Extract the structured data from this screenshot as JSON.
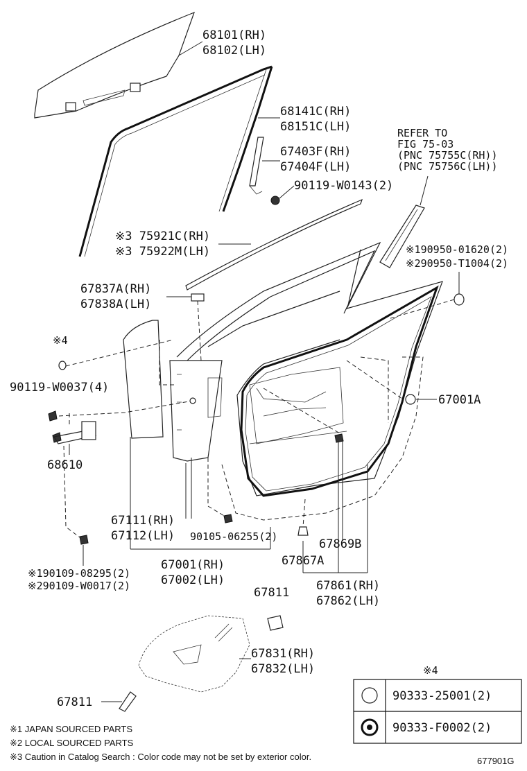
{
  "labels": {
    "glass": [
      "68101(RH)",
      "68102(LH)"
    ],
    "run_channel": [
      "68141C(RH)",
      "68151C(LH)"
    ],
    "rear_channel": [
      "67403F(RH)",
      "67404F(LH)"
    ],
    "screw_90119_w0143": "90119-W0143(2)",
    "refer": [
      "REFER TO",
      "FIG 75-03",
      "(PNC 75755C(RH))",
      "(PNC 75756C(LH))"
    ],
    "moulding": [
      "※3 75921C(RH)",
      "※3 75922M(LH)"
    ],
    "clip_90950": [
      "※190950-01620(2)",
      "※290950-T1004(2)"
    ],
    "cover_67837": [
      "67837A(RH)",
      "67838A(LH)"
    ],
    "note4_small": "※4",
    "bolt_90119_w0037": "90119-W0037(4)",
    "weatherstrip_clip": "67001A",
    "check": "68610",
    "panel_skin": [
      "67111(RH)",
      "67112(LH)"
    ],
    "bolt_90105": "90105-06255(2)",
    "door_assy": [
      "67001(RH)",
      "67002(LH)"
    ],
    "stopper": "67869B",
    "clip_67867": "67867A",
    "bolt_90109": [
      "※190109-08295(2)",
      "※290109-W0017(2)"
    ],
    "weatherstrip": [
      "67861(RH)",
      "67862(LH)"
    ],
    "pad_upper": "67811",
    "service_hole_cover": [
      "67831(RH)",
      "67832(LH)"
    ],
    "pad_lower": "67811",
    "legend": {
      "title": "※4",
      "rows": [
        {
          "symbol": "open-circle",
          "part": "90333-25001(2)"
        },
        {
          "symbol": "target-circle",
          "part": "90333-F0002(2)"
        }
      ]
    },
    "footnotes": [
      "※1 JAPAN SOURCED PARTS",
      "※2 LOCAL SOURCED PARTS",
      "※3 Caution in Catalog Search : Color code may not be set by exterior color."
    ],
    "figure_code": "677901G"
  }
}
